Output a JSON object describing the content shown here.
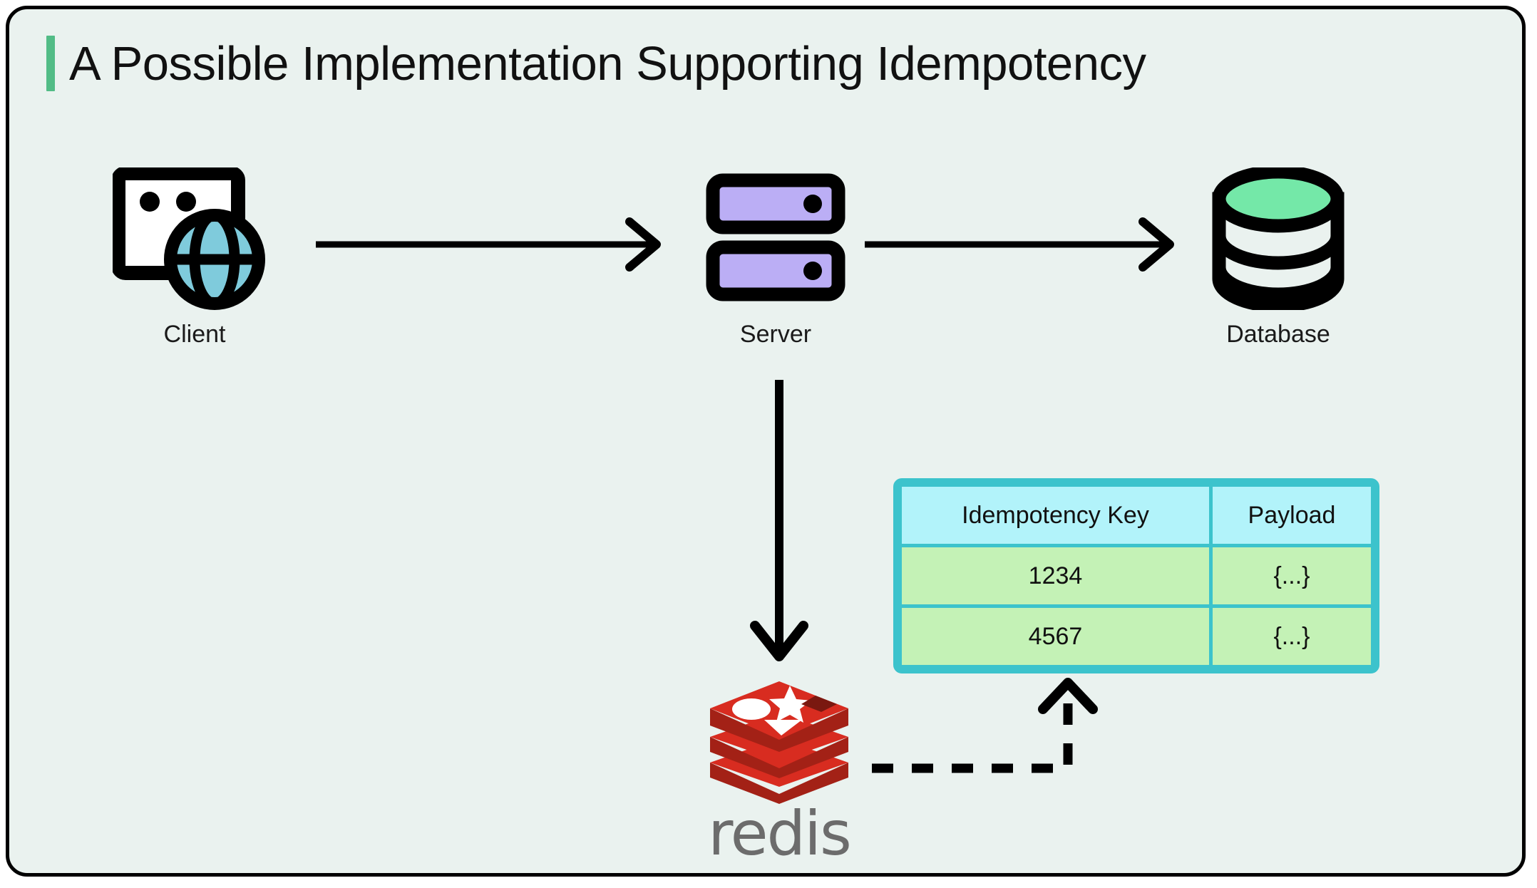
{
  "card": {
    "background": "#EAF2EF",
    "border_color": "#000000",
    "accent_color": "#52BC86"
  },
  "header": {
    "title": "A Possible Implementation Supporting Idempotency"
  },
  "nodes": [
    {
      "id": "client",
      "label": "Client",
      "icon": "browser-globe-icon",
      "accent": "#7FCBDC"
    },
    {
      "id": "server",
      "label": "Server",
      "icon": "server-rack-icon",
      "accent": "#BBAEF5"
    },
    {
      "id": "database",
      "label": "Database",
      "icon": "database-cylinder-icon",
      "accent": "#74E8A8"
    }
  ],
  "cache": {
    "label": "redis",
    "icon": "redis-logo-icon",
    "logo_color": "#D82C20",
    "wordmark_color": "#6C6C6C"
  },
  "table": {
    "border_color": "#3CC3CC",
    "header_bg": "#B2F3FA",
    "cell_bg": "#C4F2B6",
    "headers": [
      "Idempotency Key",
      "Payload"
    ],
    "rows": [
      [
        "1234",
        "{...}"
      ],
      [
        "4567",
        "{...}"
      ]
    ]
  },
  "connections": [
    {
      "id": "client-to-server",
      "style": "solid",
      "direction": "right"
    },
    {
      "id": "server-to-database",
      "style": "solid",
      "direction": "right"
    },
    {
      "id": "server-to-redis",
      "style": "solid",
      "direction": "down"
    },
    {
      "id": "redis-to-table",
      "style": "dashed",
      "direction": "up"
    }
  ]
}
